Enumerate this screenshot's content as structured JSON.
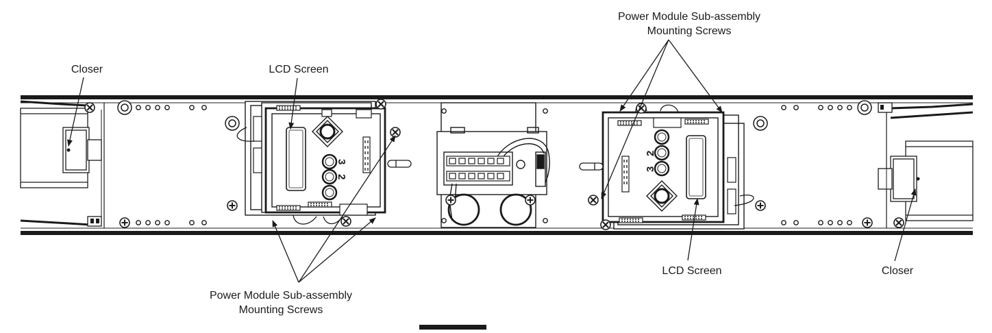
{
  "labels": {
    "closer_left": "Closer",
    "lcd_left": "LCD Screen",
    "power_top_line1": "Power Module Sub-assembly",
    "power_top_line2": "Mounting Screws",
    "power_bottom_line1": "Power Module Sub-assembly",
    "power_bottom_line2": "Mounting Screws",
    "lcd_right": "LCD Screen",
    "closer_right": "Closer"
  },
  "board_digits": {
    "left": [
      "3",
      "2"
    ],
    "right": [
      "2",
      "3"
    ]
  },
  "colors": {
    "line": "#1a1a1a",
    "background": "#ffffff"
  }
}
